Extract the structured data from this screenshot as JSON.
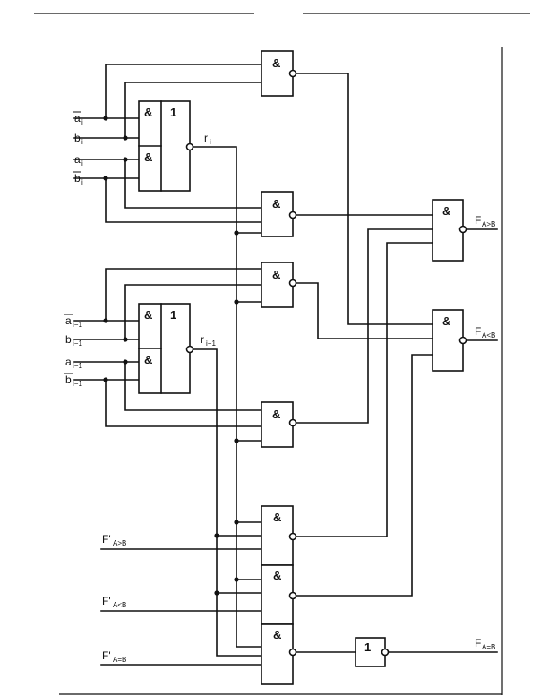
{
  "symbols": {
    "and": "&",
    "or": "1"
  },
  "inputs": {
    "ai_bar": {
      "main": "a",
      "sub": "i"
    },
    "bi": {
      "main": "b",
      "sub": "i"
    },
    "ai": {
      "main": "a",
      "sub": "i"
    },
    "bi_bar": {
      "main": "b",
      "sub": "i"
    },
    "ai1_bar": {
      "main": "a",
      "sub": "i−1"
    },
    "bi1": {
      "main": "b",
      "sub": "i−1"
    },
    "ai1": {
      "main": "a",
      "sub": "i−1"
    },
    "bi1_bar": {
      "main": "b",
      "sub": "i−1"
    },
    "fin_gt": {
      "main": "F'",
      "sub": "A>B"
    },
    "fin_lt": {
      "main": "F'",
      "sub": "A<B"
    },
    "fin_eq": {
      "main": "F'",
      "sub": "A=B"
    }
  },
  "internal": {
    "ri": {
      "main": "r",
      "sub": "i"
    },
    "ri1": {
      "main": "r",
      "sub": "i−1"
    }
  },
  "outputs": {
    "gt": {
      "main": "F",
      "sub": "A>B"
    },
    "lt": {
      "main": "F",
      "sub": "A<B"
    },
    "eq": {
      "main": "F",
      "sub": "A=B"
    }
  }
}
